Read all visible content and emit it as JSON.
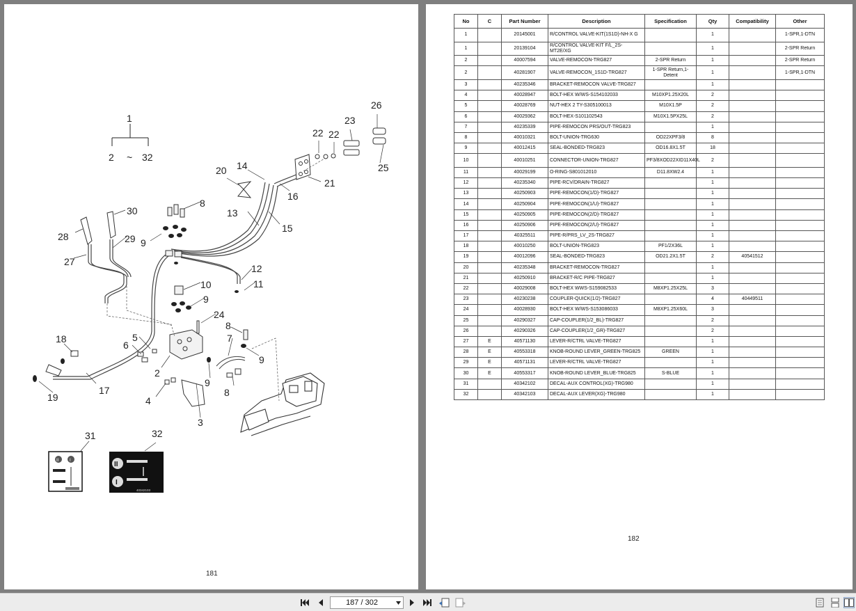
{
  "viewer": {
    "page_indicator": "187 / 302",
    "left_page_number": "181",
    "right_page_number": "182"
  },
  "diagram": {
    "callouts": [
      "1",
      "2",
      "~",
      "32",
      "26",
      "23",
      "22",
      "22",
      "25",
      "21",
      "20",
      "14",
      "16",
      "8",
      "13",
      "15",
      "30",
      "28",
      "29",
      "9",
      "27",
      "12",
      "11",
      "10",
      "9",
      "24",
      "18",
      "5",
      "6",
      "2",
      "8",
      "7",
      "9",
      "9",
      "17",
      "19",
      "4",
      "8",
      "3",
      "31",
      "32"
    ],
    "decal_31": {
      "symbols": [
        "II",
        "I"
      ]
    },
    "decal_32": {
      "symbols": [
        "II",
        "I"
      ],
      "code": "40342103"
    }
  },
  "parts_table": {
    "headers": [
      "No",
      "C",
      "Part Number",
      "Description",
      "Specification",
      "Qty",
      "Compatibility",
      "Other"
    ],
    "rows": [
      [
        "1",
        "",
        "20145001",
        "R/CONTROL VALVE-KIT(1S1D)-NH-X G",
        "",
        "1",
        "",
        "1-SPR,1-DTN"
      ],
      [
        "1",
        "",
        "20139104",
        "R/CONTROL VALVE-KIT F/L_2S-MT2E/XG",
        "",
        "1",
        "",
        "2-SPR Return"
      ],
      [
        "2",
        "",
        "40007594",
        "VALVE-REMOCON-TRG827",
        "2-SPR Return",
        "1",
        "",
        "2-SPR Return"
      ],
      [
        "2",
        "",
        "40281907",
        "VALVE-REMOCON_1S1D-TRG827",
        "1-SPR Return,1-Detent",
        "1",
        "",
        "1-SPR,1-DTN"
      ],
      [
        "3",
        "",
        "40235346",
        "BRACKET-REMOCON VALVE-TRG827",
        "",
        "1",
        "",
        ""
      ],
      [
        "4",
        "",
        "40028947",
        "BOLT-HEX W/WS-S154102033",
        "M10XP1.25X20L",
        "2",
        "",
        ""
      ],
      [
        "5",
        "",
        "40028769",
        "NUT-HEX 2 TY-S305100013",
        "M10X1.5P",
        "2",
        "",
        ""
      ],
      [
        "6",
        "",
        "40029362",
        "BOLT-HEX-S101102543",
        "M10X1.5PX25L",
        "2",
        "",
        ""
      ],
      [
        "7",
        "",
        "40235339",
        "PIPE-REMOCON PRS/OUT-TRG823",
        "",
        "1",
        "",
        ""
      ],
      [
        "8",
        "",
        "40010321",
        "BOLT-UNION-TRG630",
        "OD22XPF3/8",
        "8",
        "",
        ""
      ],
      [
        "9",
        "",
        "40012415",
        "SEAL-BONDED-TRG823",
        "OD16.8X1.5T",
        "18",
        "",
        ""
      ],
      [
        "10",
        "",
        "40010251",
        "CONNECTOR-UNION-TRG827",
        "PF3/8XOD22XID11X40L",
        "2",
        "",
        ""
      ],
      [
        "11",
        "",
        "40029199",
        "O-RING-S801012010",
        "D11.8XW2.4",
        "1",
        "",
        ""
      ],
      [
        "12",
        "",
        "40235340",
        "PIPE-RCV/DRAIN-TRG827",
        "",
        "1",
        "",
        ""
      ],
      [
        "13",
        "",
        "40250903",
        "PIPE-REMOCON(1/D)-TRG827",
        "",
        "1",
        "",
        ""
      ],
      [
        "14",
        "",
        "40250904",
        "PIPE-REMOCON(1/U)-TRG827",
        "",
        "1",
        "",
        ""
      ],
      [
        "15",
        "",
        "40250905",
        "PIPE-REMOCON(2/D)-TRG827",
        "",
        "1",
        "",
        ""
      ],
      [
        "16",
        "",
        "40250906",
        "PIPE-REMOCON(2/U)-TRG827",
        "",
        "1",
        "",
        ""
      ],
      [
        "17",
        "",
        "40325511",
        "PIPE-R/PRS_LV_2S-TRG827",
        "",
        "1",
        "",
        ""
      ],
      [
        "18",
        "",
        "40010250",
        "BOLT-UNION-TRG823",
        "PF1/2X36L",
        "1",
        "",
        ""
      ],
      [
        "19",
        "",
        "40012096",
        "SEAL-BONDED-TRG823",
        "OD21.2X1.5T",
        "2",
        "40541512",
        ""
      ],
      [
        "20",
        "",
        "40235348",
        "BRACKET-REMOCON-TRG827",
        "",
        "1",
        "",
        ""
      ],
      [
        "21",
        "",
        "40250910",
        "BRACKET-R/C PIPE-TRG827",
        "",
        "1",
        "",
        ""
      ],
      [
        "22",
        "",
        "40029008",
        "BOLT-HEX WWS-S159082533",
        "M8XP1.25X25L",
        "3",
        "",
        ""
      ],
      [
        "23",
        "",
        "40230238",
        "COUPLER-QUICK(1/2)-TRG827",
        "",
        "4",
        "40449511",
        ""
      ],
      [
        "24",
        "",
        "40028930",
        "BOLT-HEX W/WS-S153086033",
        "M8XP1.25X60L",
        "3",
        "",
        ""
      ],
      [
        "25",
        "",
        "40290327",
        "CAP-COUPLER(1/2_BL)-TRG827",
        "",
        "2",
        "",
        ""
      ],
      [
        "26",
        "",
        "40290326",
        "CAP-COUPLER(1/2_GR)-TRG827",
        "",
        "2",
        "",
        ""
      ],
      [
        "27",
        "E",
        "40571130",
        "LEVER-R/CTRL VALVE-TRG827",
        "",
        "1",
        "",
        ""
      ],
      [
        "28",
        "E",
        "40553318",
        "KNOB-ROUND LEVER_GREEN-TRG825",
        "GREEN",
        "1",
        "",
        ""
      ],
      [
        "29",
        "E",
        "40571131",
        "LEVER-R/CTRL VALVE-TRG827",
        "",
        "1",
        "",
        ""
      ],
      [
        "30",
        "E",
        "40553317",
        "KNOB-ROUND LEVER_BLUE-TRG825",
        "S-BLUE",
        "1",
        "",
        ""
      ],
      [
        "31",
        "",
        "40342102",
        "DECAL-AUX CONTROL(XG)-TRG980",
        "",
        "1",
        "",
        ""
      ],
      [
        "32",
        "",
        "40342103",
        "DECAL-AUX LEVER(XG)-TRG980",
        "",
        "1",
        "",
        ""
      ]
    ]
  },
  "toolbar": {
    "icons": [
      "first-page-icon",
      "previous-page-icon",
      "chevron-down-icon",
      "next-page-icon",
      "last-page-icon",
      "go-back-icon",
      "go-forward-icon",
      "single-page-icon",
      "continuous-page-icon",
      "facing-pages-icon"
    ],
    "colors": {
      "accent": "#3a6fb0",
      "page_bg": "#ffffff",
      "viewer_bg": "#7f7f7f"
    }
  }
}
